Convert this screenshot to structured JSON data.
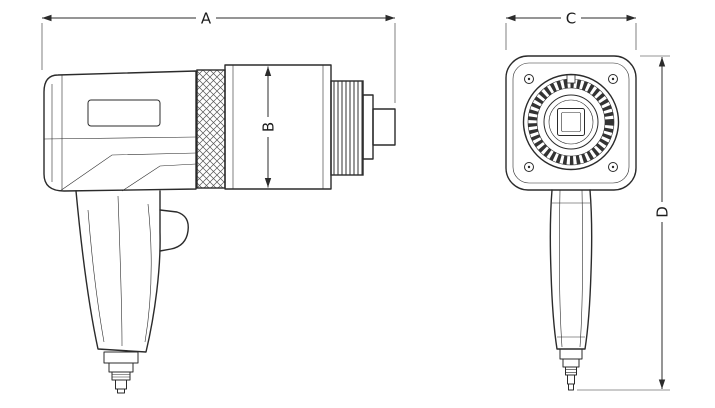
{
  "drawing": {
    "type": "technical-dimension-drawing",
    "subject": "pneumatic pistol-grip torque wrench, side view and front view",
    "dimensions": {
      "a": "A",
      "b": "B",
      "c": "C",
      "d": "D"
    },
    "colors": {
      "line": "#2b2b2b",
      "background": "#ffffff"
    }
  }
}
